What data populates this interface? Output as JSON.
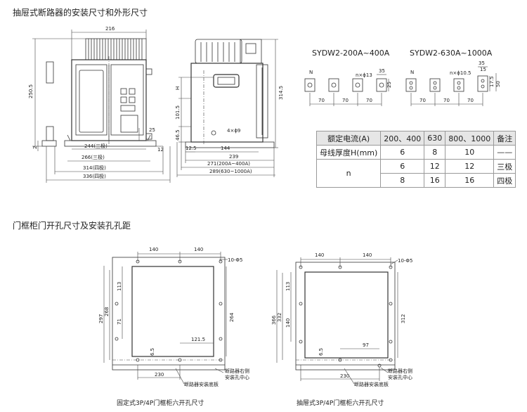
{
  "headings": {
    "drawer_title": "抽屉式断路器的安装尺寸和外形尺寸",
    "door_title": "门框柜门开孔尺寸及安装孔孔距"
  },
  "models": {
    "small": "SYDW2-200A~400A",
    "large": "SYDW2-630A~1000A"
  },
  "front_view": {
    "top_width": "216",
    "height": "250.5",
    "d_25": "25",
    "d_2": "2",
    "d_12": "12",
    "w_244": "244(三极)",
    "w_266": "266(三极)",
    "w_314": "314(四极)",
    "w_336": "336(四极)"
  },
  "side_view": {
    "h_H": "H",
    "h_1015": "101.5",
    "h_465": "46.5",
    "h_3145": "314.5",
    "holes": "4×ϕ9",
    "d_125": "12.5",
    "d_144": "144",
    "d_239": "239",
    "d_271": "271(200A~400A)",
    "d_289": "289(630~1000A)"
  },
  "busbar": {
    "n_label": "N",
    "small_dims": {
      "holes": "n×ϕ13",
      "d_35": "35",
      "d_25": "25",
      "pitch": "70"
    },
    "large_dims": {
      "holes": "n×ϕ10.5",
      "d_35": "35",
      "d_15": "15",
      "d_175": "17.5",
      "d_50": "50",
      "pitch": "70"
    }
  },
  "table": {
    "header": [
      "额定电流(A)",
      "200、400",
      "630",
      "800、1000",
      "备注"
    ],
    "rows": [
      [
        "母线厚度H(mm)",
        "6",
        "8",
        "10",
        "——"
      ],
      [
        "n",
        "6",
        "12",
        "12",
        "三极"
      ],
      [
        "",
        "8",
        "16",
        "16",
        "四极"
      ]
    ]
  },
  "fixed_panel": {
    "top_140a": "140",
    "top_140b": "140",
    "holes": "10-Φ5",
    "h_297": "297",
    "h_268": "268",
    "h_113": "113",
    "h_71": "71",
    "h_264": "264",
    "d_1215": "121.5",
    "d_65": "6.5",
    "d_230": "230",
    "note_side": "断路器右侧",
    "note_center": "安装孔中心",
    "note_base": "断路器安装底板",
    "caption": "固定式3P/4P门框柜六开孔尺寸"
  },
  "drawer_panel": {
    "top_140a": "140",
    "top_140b": "140",
    "holes": "10-Φ5",
    "h_366": "366",
    "h_332": "332",
    "h_113": "113",
    "h_140": "140",
    "h_312": "312",
    "d_97": "97",
    "d_65": "6.5",
    "d_230": "230",
    "note_side": "断路器右侧",
    "note_center": "安装孔中心",
    "note_base": "断路器安装底板",
    "caption": "抽屉式3P/4P门框柜六开孔尺寸"
  }
}
